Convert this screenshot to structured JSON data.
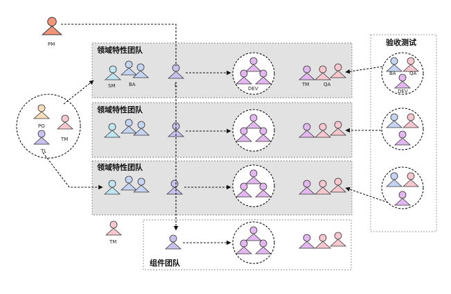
{
  "team_title": "领域特性团队",
  "component_title": "组件团队",
  "acceptance_title": "验收测试",
  "labels": {
    "pm": "PM",
    "po": "PO",
    "tm": "TM",
    "tl": "TL",
    "sm": "SM",
    "ba": "BA",
    "qa": "QA",
    "dev": "DEV",
    "sm_short": "L"
  },
  "colors": {
    "pm": "#f2957a",
    "po": "#f9dcb8",
    "tm": "#f7c7cf",
    "sm": "#bfe6f2",
    "ba": "#c6d4f3",
    "tl": "#c9c2ef",
    "dev": "#e3b7ef",
    "team_bg": "#e2e2e2"
  }
}
